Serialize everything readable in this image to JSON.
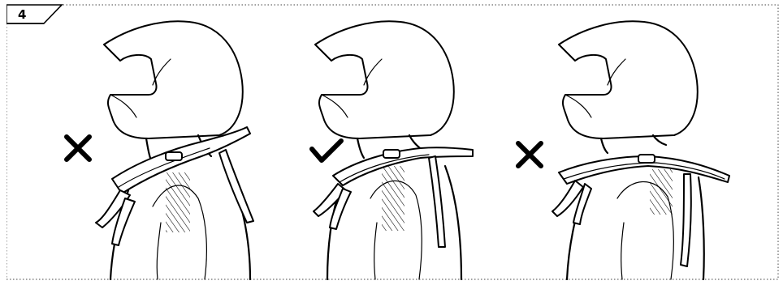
{
  "step": {
    "number": "4"
  },
  "panels": [
    {
      "mark": "cross",
      "meaning": "incorrect"
    },
    {
      "mark": "check",
      "meaning": "correct"
    },
    {
      "mark": "cross",
      "meaning": "incorrect"
    }
  ]
}
